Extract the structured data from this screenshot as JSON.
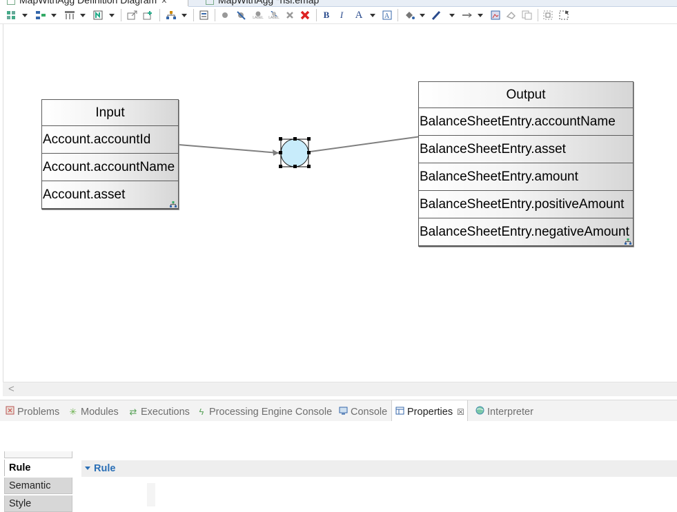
{
  "editor_tabs": {
    "active": "MapWithAgg Definition Diagram",
    "active_close": "✕",
    "inactive": "MapWithAgg *hsl.emap"
  },
  "colors": {
    "accent": "#2a6fb6",
    "connector": "#7f7f7f",
    "aggregation_fill": "#c8ecfb"
  },
  "toolbar": {
    "bold": "B",
    "italic": "I",
    "font_color": "A",
    "label_a": "LABEL",
    "label_b": "LABEL"
  },
  "diagram": {
    "input": {
      "title": "Input",
      "rows": [
        "Account.accountId",
        "Account.accountName",
        "Account.asset"
      ]
    },
    "output": {
      "title": "Output",
      "rows": [
        "BalanceSheetEntry.accountName",
        "BalanceSheetEntry.asset",
        "BalanceSheetEntry.amount",
        "BalanceSheetEntry.positiveAmount",
        "BalanceSheetEntry.negativeAmount"
      ]
    }
  },
  "views": {
    "tabs": [
      {
        "label": "Problems",
        "icon": "problems-icon"
      },
      {
        "label": "Modules",
        "icon": "modules-icon"
      },
      {
        "label": "Executions",
        "icon": "executions-icon"
      },
      {
        "label": "Processing Engine Console",
        "icon": "lightning-icon"
      },
      {
        "label": "Console",
        "icon": "console-icon"
      },
      {
        "label": "Properties",
        "icon": "properties-icon",
        "selected": true,
        "close": "☒"
      },
      {
        "label": "Interpreter",
        "icon": "globe-icon"
      }
    ]
  },
  "properties": {
    "tabs": [
      "Rule",
      "Semantic",
      "Style"
    ],
    "section_title": "Rule"
  }
}
